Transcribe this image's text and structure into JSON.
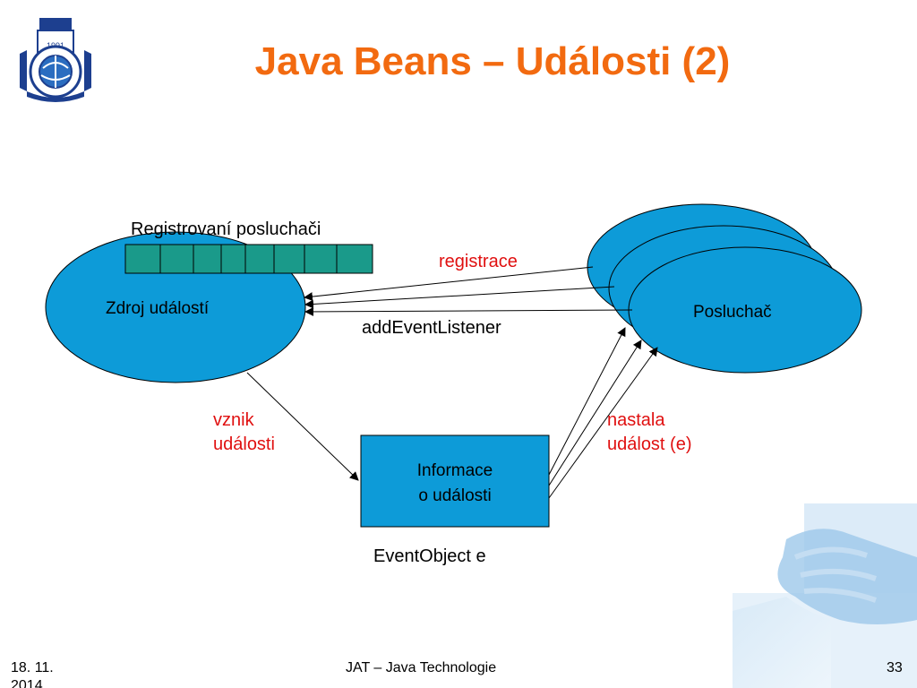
{
  "slide": {
    "title": "Java Beans – Události (2)",
    "logo": {
      "icon": "university-crest-icon",
      "text": "1991"
    }
  },
  "diagram": {
    "registered_label": "Registrovaní posluchači",
    "source_label": "Zdroj událostí",
    "listener_label": "Posluchač",
    "registration_label": "registrace",
    "add_listener_label": "addEventListener",
    "event_arise_line1": "vznik",
    "event_arise_line2": "události",
    "event_info_line1": "Informace",
    "event_info_line2": "o události",
    "event_occurred_line1": "nastala",
    "event_occurred_line2": "událost (e)",
    "event_object_label": "EventObject e",
    "colors": {
      "shape_fill": "#0d9bd8",
      "queue_fill": "#1a9a8a",
      "accent_title": "#f26a10",
      "accent_label": "#e01010"
    }
  },
  "footer": {
    "date_line1": "18. 11.",
    "date_line2": "2014",
    "course": "JAT – Java Technologie",
    "page_number": "33"
  },
  "decoration": {
    "icon": "hand-icon"
  }
}
